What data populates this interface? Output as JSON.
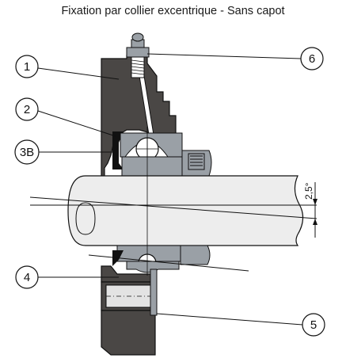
{
  "title": "Fixation par collier excentrique - Sans capot",
  "callouts": {
    "c1": "1",
    "c2": "2",
    "c3b": "3B",
    "c4": "4",
    "c5": "5",
    "c6": "6"
  },
  "angle_label": "2,5°",
  "colors": {
    "housing": "#4a4745",
    "steel": "#9aa0a6",
    "shaft": "#ededed",
    "outline": "#111111",
    "bolt": "#e3e3e3"
  }
}
